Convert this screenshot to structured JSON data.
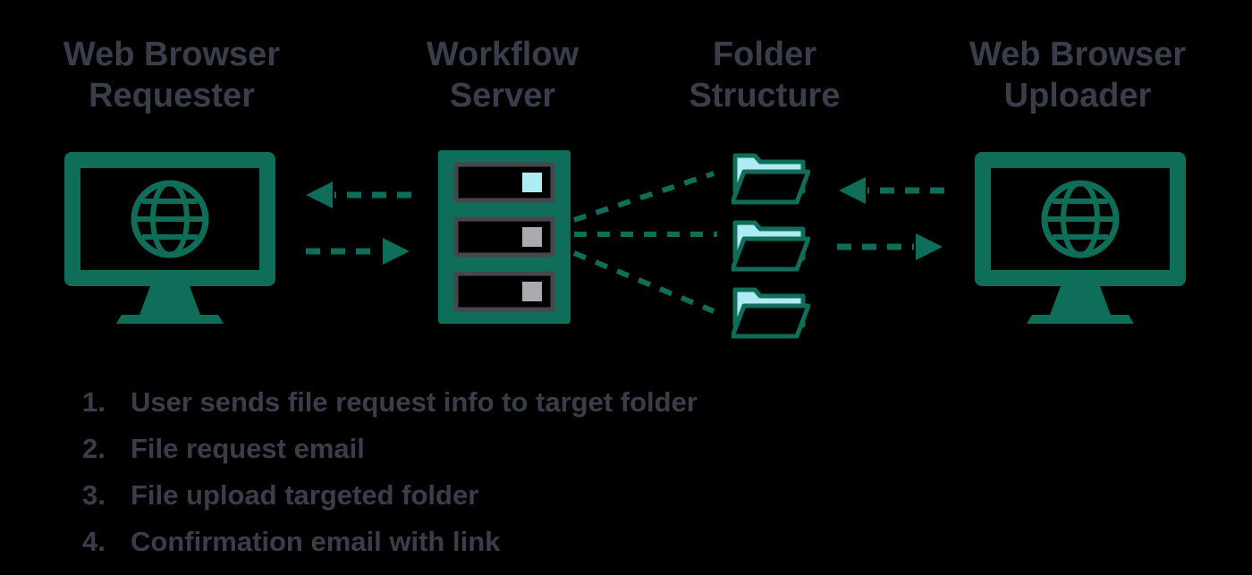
{
  "colors": {
    "green": "#0f6e5a",
    "cyan": "#aeebf2",
    "gray": "#a9abae",
    "slotborder": "#46484d",
    "text": "#3a3e4a",
    "bg": "#000000"
  },
  "headings": [
    {
      "line1": "Web Browser",
      "line2": "Requester"
    },
    {
      "line1": "Workflow",
      "line2": "Server"
    },
    {
      "line1": "Folder",
      "line2": "Structure"
    },
    {
      "line1": "Web Browser",
      "line2": "Uploader"
    }
  ],
  "icons": {
    "requester": "monitor-globe-icon",
    "server": "server-rack-icon",
    "folders": "open-folder-icon",
    "uploader": "monitor-globe-icon",
    "connectors": "dashed-arrow-lines"
  },
  "steps": [
    {
      "num": "1.",
      "text": "User sends file request info to target folder"
    },
    {
      "num": "2.",
      "text": "File request email"
    },
    {
      "num": "3.",
      "text": "File upload targeted folder"
    },
    {
      "num": "4.",
      "text": "Confirmation email with link"
    }
  ]
}
